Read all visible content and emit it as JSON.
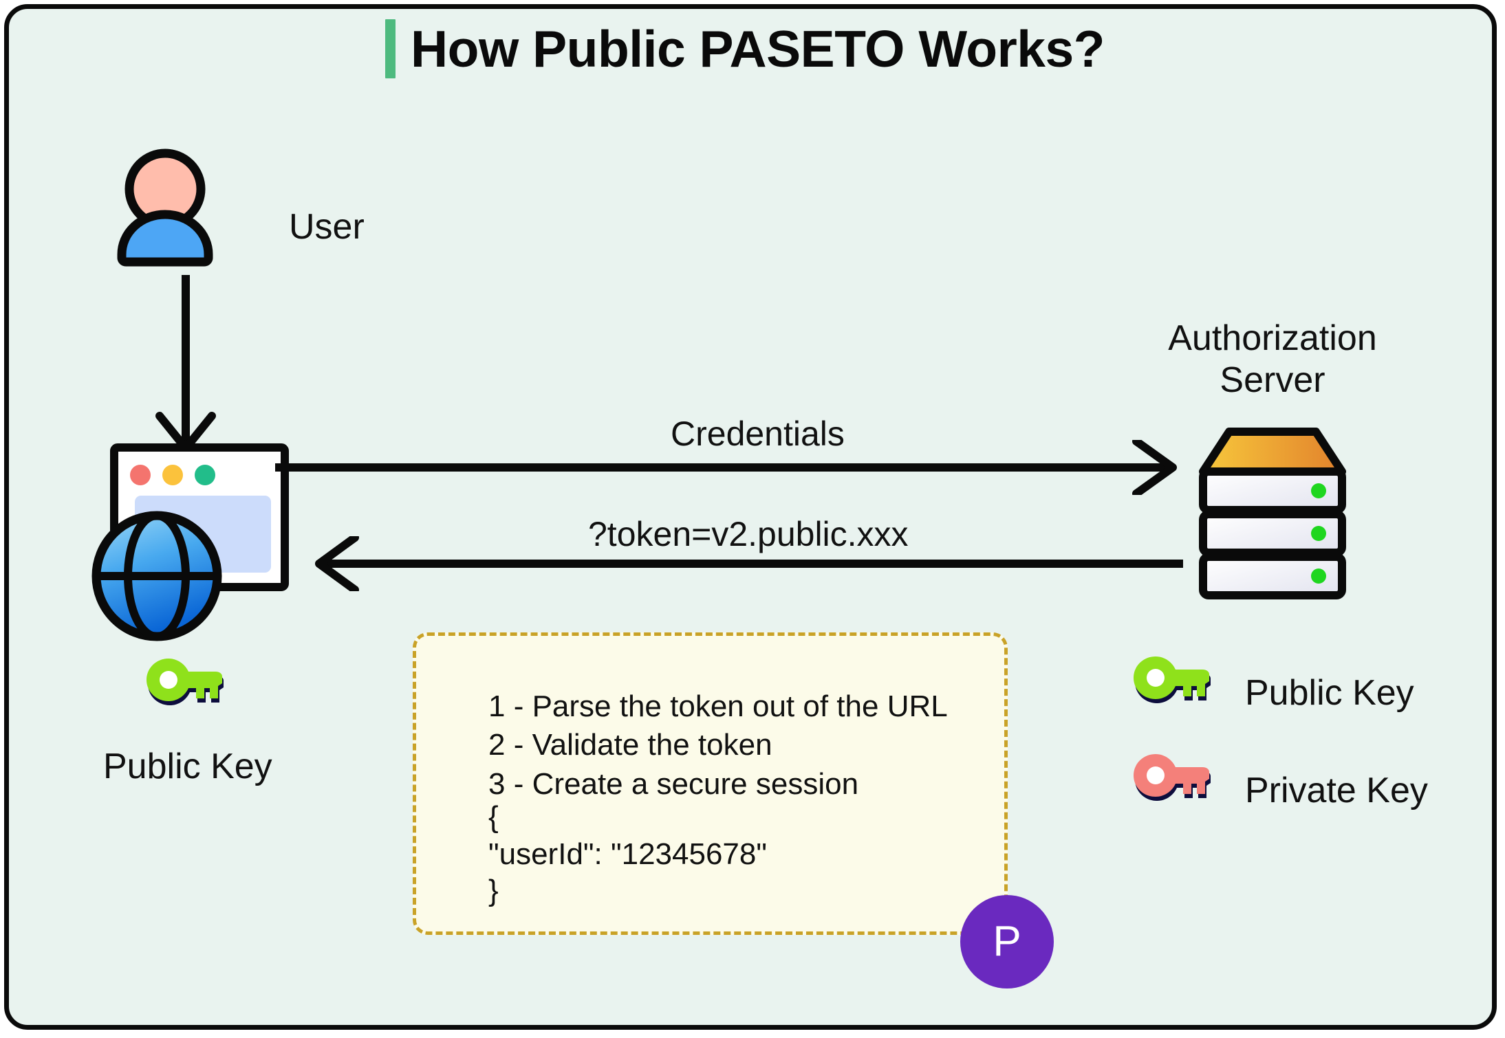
{
  "title": {
    "text": "How Public PASETO Works?",
    "accent_color": "#4eba7f"
  },
  "canvas": {
    "background_color": "#e9f3ef",
    "border_color": "#0a0a0a"
  },
  "actors": {
    "user": {
      "label": "User",
      "icon": "user-avatar-icon",
      "head_color": "#ffbdac",
      "body_color": "#4da6f5"
    },
    "client": {
      "icon": "browser-window-icon",
      "globe_icon": "globe-icon",
      "key_label": "Public Key",
      "key_icon": "public-key-icon"
    },
    "server": {
      "label": "Authorization\nServer",
      "label_line1": "Authorization",
      "label_line2": "Server",
      "icon": "server-rack-icon",
      "top_gradient_from": "#f7c83c",
      "top_gradient_to": "#e2822c",
      "led_color": "#1fd61f",
      "unit_count": 3
    }
  },
  "flows": [
    {
      "label": "Credentials",
      "direction": "right",
      "from": "client",
      "to": "server"
    },
    {
      "label": "?token=v2.public.xxx",
      "direction": "left",
      "from": "server",
      "to": "client"
    }
  ],
  "note": {
    "border_color": "#c9a227",
    "background_color": "#fcfbe9",
    "steps": [
      "1 - Parse the token out of the URL",
      "2 - Validate the token",
      "3 - Create a secure session"
    ],
    "steps_text": "1 - Parse the token out of the URL\n2 - Validate the token\n3 - Create a secure session",
    "payload_text": "{\n\"userId\": \"12345678\"\n}",
    "payload_lines": [
      "{",
      "\"userId\": \"12345678\"",
      "}"
    ],
    "badge": {
      "text": "P",
      "color": "#6a29bf",
      "text_color": "#ffffff"
    }
  },
  "legend": {
    "items": [
      {
        "label": "Public Key",
        "icon": "public-key-icon",
        "color": "#8fe11b"
      },
      {
        "label": "Private Key",
        "icon": "private-key-icon",
        "color": "#f4807a"
      }
    ],
    "public_label": "Public Key",
    "private_label": "Private Key"
  }
}
